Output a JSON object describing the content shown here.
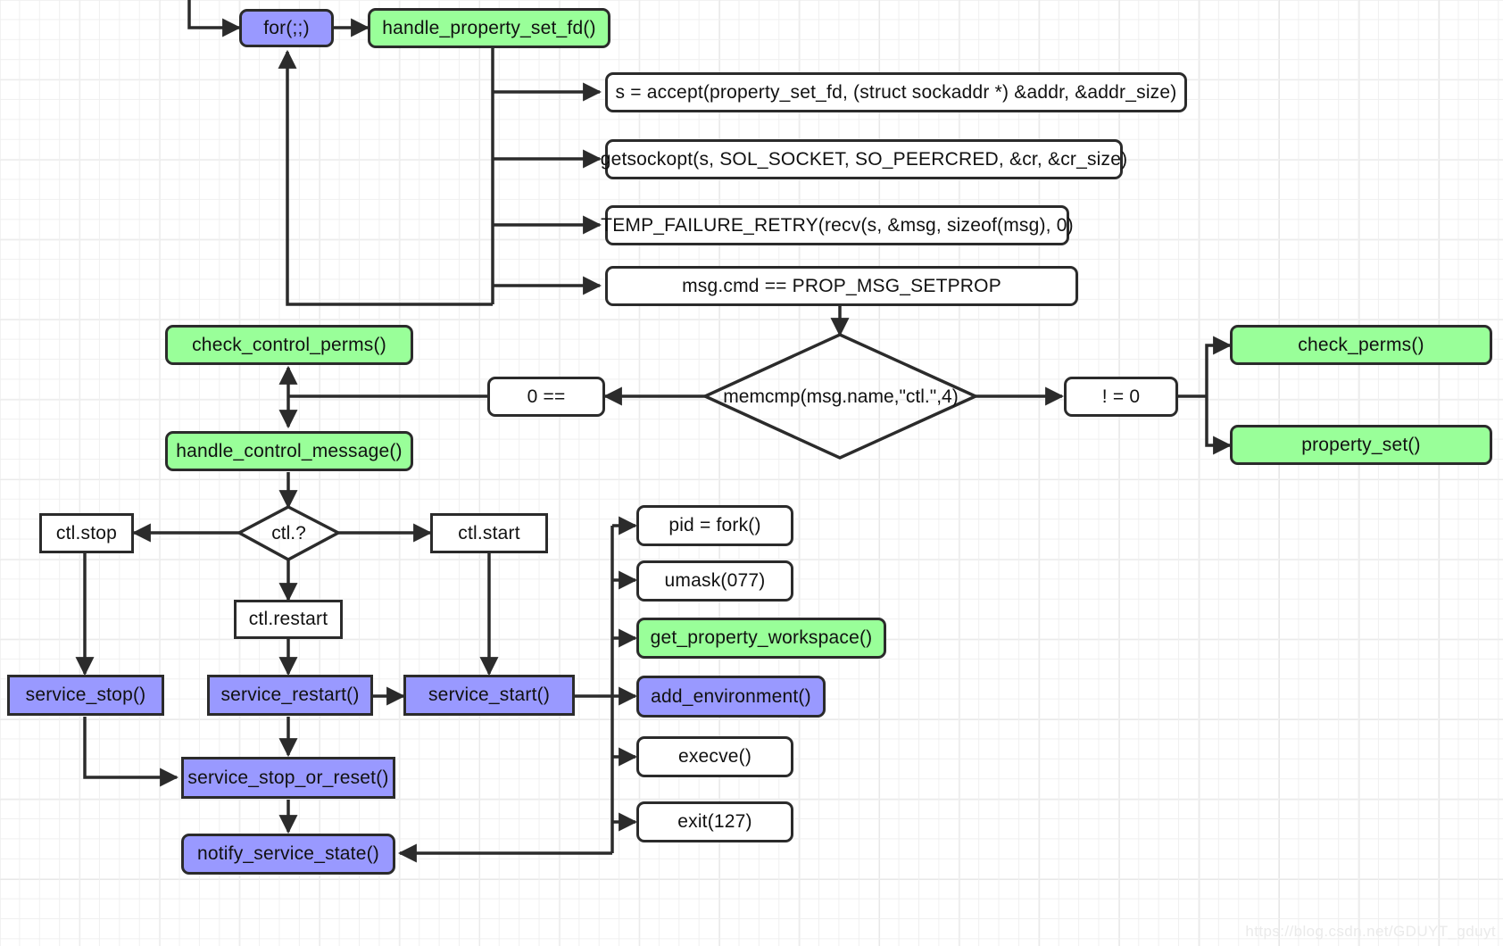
{
  "diagram": {
    "title": "Android init property_set_fd / control message flow",
    "colors": {
      "green": "#99ff99",
      "purple": "#9999ff",
      "white": "#ffffff",
      "stroke": "#2b2b2b",
      "grid_minor": "#f0f0f0",
      "grid_major": "#e6e6e6"
    },
    "watermark": "https://blog.csdn.net/GDUYT_gduyt",
    "nodes": {
      "for_loop": "for(;;)",
      "handle_property_set_fd": "handle_property_set_fd()",
      "accept": "s = accept(property_set_fd, (struct sockaddr *) &addr, &addr_size)",
      "getsockopt": "getsockopt(s, SOL_SOCKET, SO_PEERCRED, &cr, &cr_size)",
      "temp_failure_retry": "TEMP_FAILURE_RETRY(recv(s, &msg, sizeof(msg), 0)",
      "msg_cmd": "msg.cmd == PROP_MSG_SETPROP",
      "memcmp": "memcmp(msg.name,\"ctl.\",4)",
      "eq_zero": "0 ==",
      "ne_zero": "!  = 0",
      "check_control_perms": "check_control_perms()",
      "handle_control_message": "handle_control_message()",
      "check_perms": "check_perms()",
      "property_set": "property_set()",
      "ctl_q": "ctl.?",
      "ctl_stop": "ctl.stop",
      "ctl_start": "ctl.start",
      "ctl_restart": "ctl.restart",
      "service_stop": "service_stop()",
      "service_restart": "service_restart()",
      "service_start": "service_start()",
      "service_stop_or_reset": "service_stop_or_reset()",
      "notify_service_state": "notify_service_state()",
      "pid_fork": "pid = fork()",
      "umask": "umask(077)",
      "get_property_workspace": "get_property_workspace()",
      "add_environment": "add_environment()",
      "execve": "execve()",
      "exit127": "exit(127)"
    }
  }
}
